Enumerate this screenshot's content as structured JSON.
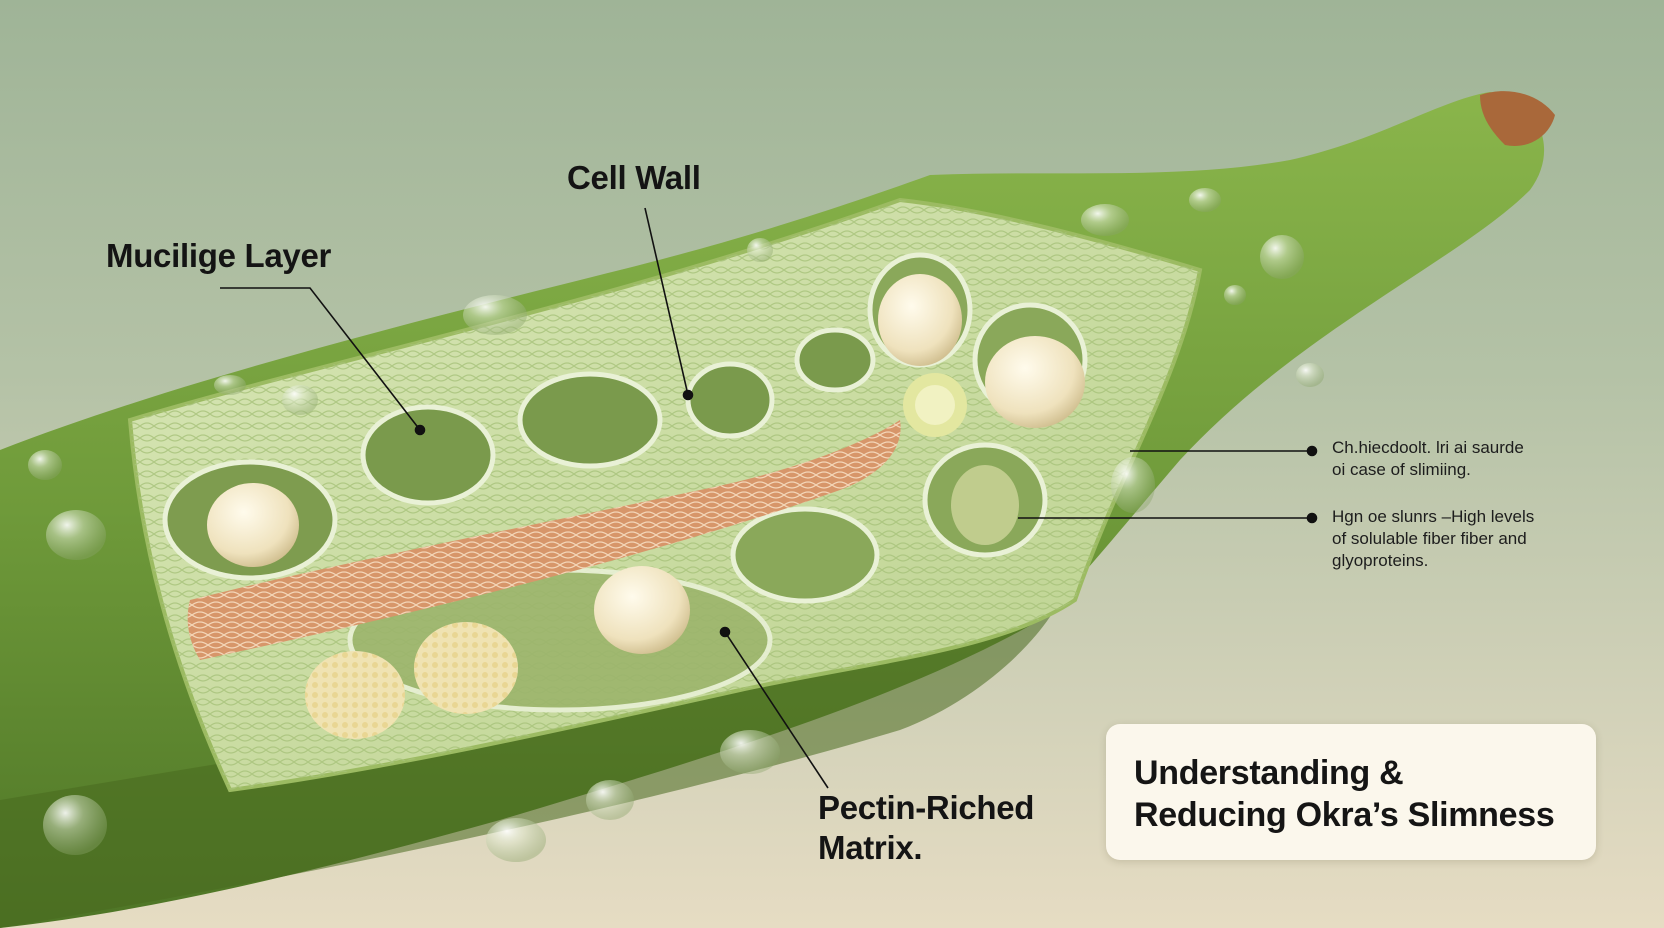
{
  "labels": {
    "mucilage_layer": "Mucilige Layer",
    "cell_wall": "Cell Wall",
    "pectin_line1": "Pectin-Riched",
    "pectin_line2": "Matrix.",
    "note1_line1": "Ch.hiecdoolt. lri ai saurde",
    "note1_line2": "oi case of slimiing.",
    "note2_line1": "Hgn oe slunrs –High levels",
    "note2_line2": "of solulable fiber fiber and",
    "note2_line3": "glyoproteins."
  },
  "title_card": {
    "line1": "Understanding &",
    "line2": "Reducing Okra’s Slimness"
  },
  "colors": {
    "pod_green": "#6f9a3a",
    "flesh": "#c9dca2",
    "cavity": "#7f9e50",
    "seed": "#f1e6c8",
    "placenta": "#d7966a",
    "leader": "#111111"
  }
}
